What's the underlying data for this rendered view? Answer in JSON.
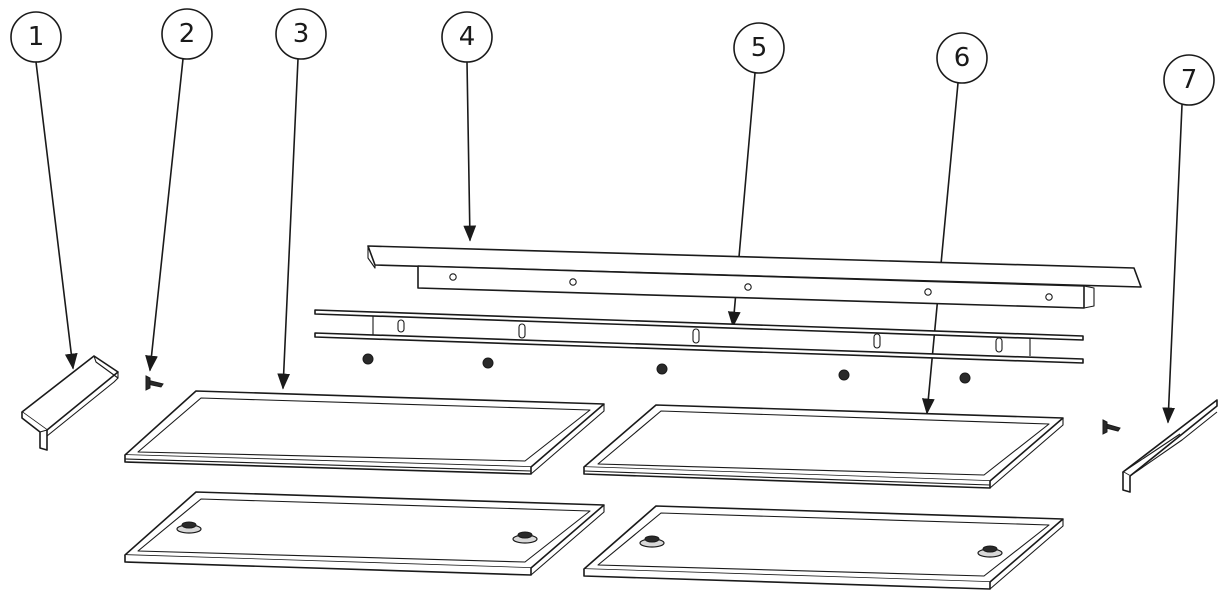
{
  "callouts": [
    {
      "number": "1"
    },
    {
      "number": "2"
    },
    {
      "number": "3"
    },
    {
      "number": "4"
    },
    {
      "number": "5"
    },
    {
      "number": "6"
    },
    {
      "number": "7"
    }
  ],
  "colors": {
    "line": "#1a1a1a",
    "background": "#ffffff",
    "shade": "#d8d8d8"
  }
}
